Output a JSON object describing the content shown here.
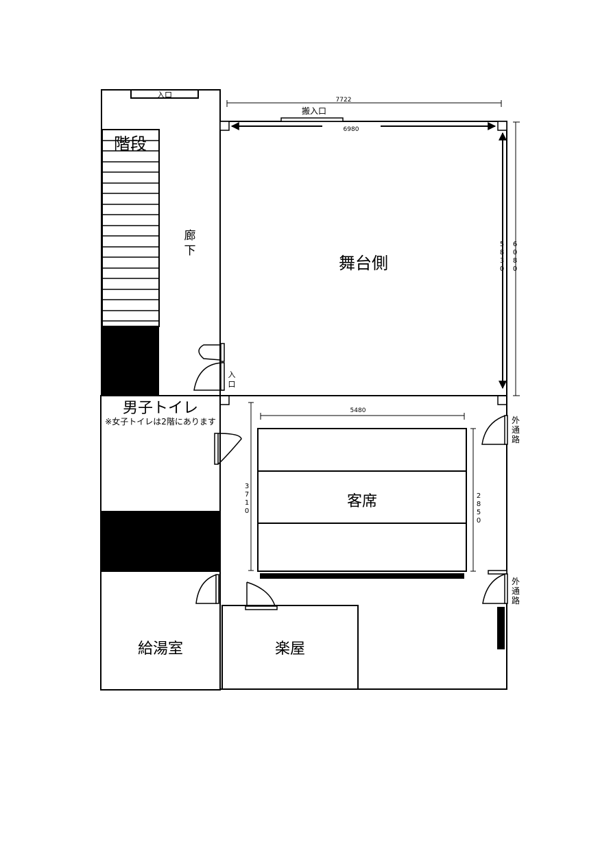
{
  "labels": {
    "entrance_top": "入口",
    "stairs": "階段",
    "corridor_1": "廊",
    "corridor_2": "下",
    "loading_entrance": "搬入口",
    "stage_side": "舞台側",
    "entrance_side_1": "入",
    "entrance_side_2": "口",
    "mens_toilet": "男子トイレ",
    "toilet_note": "※女子トイレは2階にあります",
    "audience_seats": "客席",
    "kitchenette": "給湯室",
    "dressing_room": "楽屋",
    "outer_passage_a_1": "外",
    "outer_passage_a_2": "通",
    "outer_passage_a_3": "路",
    "outer_passage_b_1": "外",
    "outer_passage_b_2": "通",
    "outer_passage_b_3": "路"
  },
  "dimensions": {
    "total_width": "7722",
    "stage_width": "6980",
    "stage_depth_d1": "5",
    "stage_depth_d2": "8",
    "stage_depth_d3": "3",
    "stage_depth_d4": "0",
    "total_depth_d1": "6",
    "total_depth_d2": "0",
    "total_depth_d3": "8",
    "total_depth_d4": "0",
    "seats_width": "5480",
    "hall_depth_d1": "3",
    "hall_depth_d2": "7",
    "hall_depth_d3": "1",
    "hall_depth_d4": "0",
    "seats_depth_d1": "2",
    "seats_depth_d2": "8",
    "seats_depth_d3": "5",
    "seats_depth_d4": "0"
  }
}
